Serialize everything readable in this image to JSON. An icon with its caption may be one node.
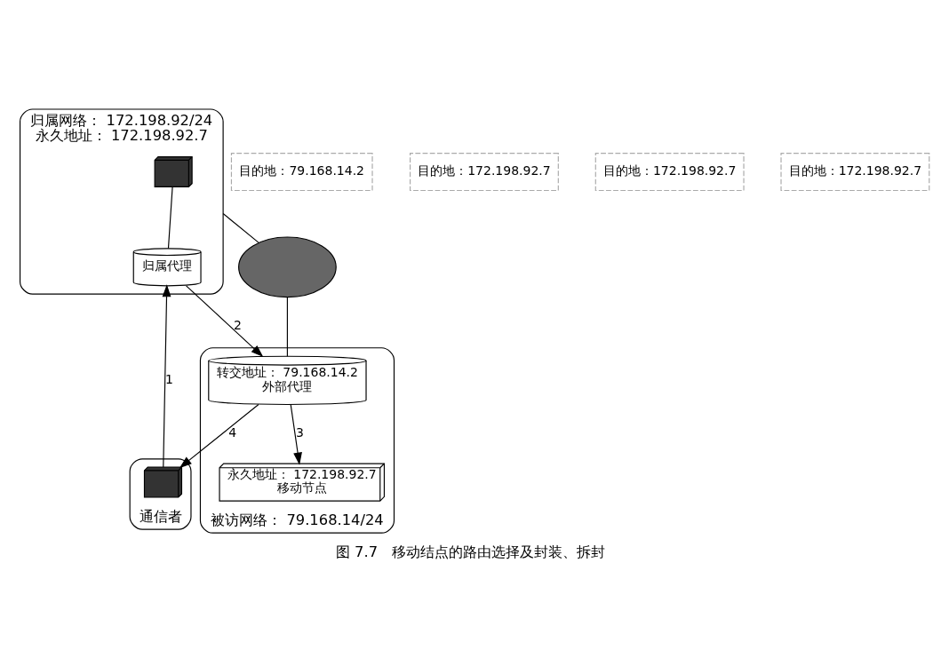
{
  "diagram": {
    "caption": "图 7.7　移动结点的路由选择及封装、拆封",
    "nodes": [
      {
        "text": [
          "归属网络： 172.198.92/24",
          "永久地址： 172.198.92.7"
        ]
      },
      {
        "text": [],
        "shape": "computer",
        "in": 0
      },
      {
        "text": [
          "归属代理"
        ],
        "in": 0
      },
      {
        "text": [
          "被访网络： 79.168.14/24"
        ]
      },
      {
        "text": [
          "转交地址： 79.168.14.2",
          "外部代理"
        ],
        "in": 3
      },
      {
        "text": [
          "永久地址： 172.198.92.7",
          "移动节点"
        ],
        "in": 3
      },
      {
        "text": [],
        "shape": "cloud"
      },
      {
        "text": [
          "通信者"
        ]
      },
      {
        "text": [],
        "shape": "computer",
        "in": 7
      }
    ],
    "edges": [
      {
        "from": 1,
        "to": 2,
        "arrow": "none"
      },
      {
        "from": 8,
        "to": 2,
        "arrow": "to",
        "label": "1"
      },
      {
        "from": 2,
        "to": 4,
        "arrow": "to",
        "label": "2"
      },
      {
        "from": 4,
        "to": 5,
        "arrow": "to",
        "label": "3"
      },
      {
        "from": 4,
        "to": 8,
        "arrow": "to",
        "label": "4"
      },
      {
        "from": 0,
        "to": 6,
        "arrow": "none"
      },
      {
        "from": 6,
        "to": 4,
        "arrow": "none"
      }
    ],
    "labels": [
      "目的地：79.168.14.2",
      "目的地：172.198.92.7",
      "目的地：172.198.92.7",
      "目的地：172.198.92.7"
    ]
  }
}
